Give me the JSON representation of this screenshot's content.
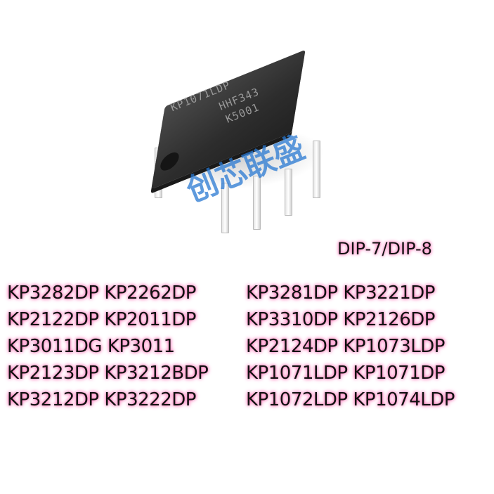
{
  "product_image": {
    "chip_marking": [
      "KP1071LDP",
      "HHF343",
      "K5001"
    ],
    "watermark": "创芯联盛"
  },
  "package_label": "DIP-7/DIP-8",
  "part_numbers": {
    "left_column": [
      "KP3282DP KP2262DP",
      "KP2122DP KP2011DP",
      "KP3011DG KP3011",
      "KP2123DP KP3212BDP",
      "KP3212DP KP3222DP"
    ],
    "right_column": [
      "KP3281DP KP3221DP",
      "KP3310DP KP2126DP",
      "KP2124DP KP1073LDP",
      "KP1071LDP KP1071DP",
      "KP1072LDP KP1074LDP"
    ]
  }
}
